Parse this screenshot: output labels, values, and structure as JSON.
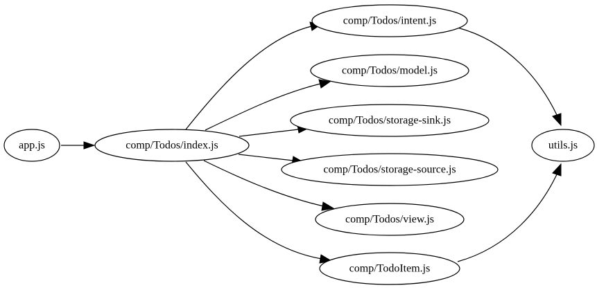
{
  "graph": {
    "type": "dependency-graph",
    "nodes": [
      {
        "id": "app",
        "label": "app.js"
      },
      {
        "id": "index",
        "label": "comp/Todos/index.js"
      },
      {
        "id": "intent",
        "label": "comp/Todos/intent.js"
      },
      {
        "id": "model",
        "label": "comp/Todos/model.js"
      },
      {
        "id": "sink",
        "label": "comp/Todos/storage-sink.js"
      },
      {
        "id": "source",
        "label": "comp/Todos/storage-source.js"
      },
      {
        "id": "view",
        "label": "comp/Todos/view.js"
      },
      {
        "id": "todoitem",
        "label": "comp/TodoItem.js"
      },
      {
        "id": "utils",
        "label": "utils.js"
      }
    ],
    "edges": [
      {
        "from": "app",
        "to": "index"
      },
      {
        "from": "index",
        "to": "intent"
      },
      {
        "from": "index",
        "to": "model"
      },
      {
        "from": "index",
        "to": "sink"
      },
      {
        "from": "index",
        "to": "source"
      },
      {
        "from": "index",
        "to": "view"
      },
      {
        "from": "index",
        "to": "todoitem"
      },
      {
        "from": "intent",
        "to": "utils"
      },
      {
        "from": "todoitem",
        "to": "utils"
      }
    ]
  }
}
